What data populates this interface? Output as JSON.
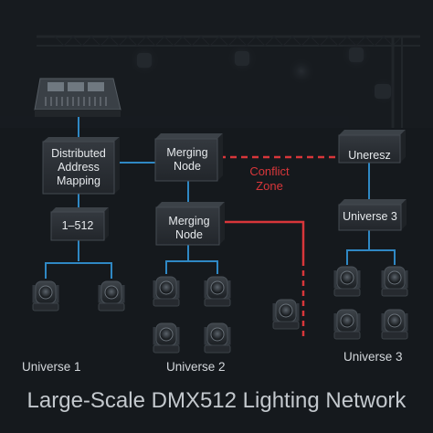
{
  "title": "Large-Scale DMX512 Lighting Network",
  "nodes": {
    "distributed": "Distributed Address Mapping",
    "address_range": "1–512",
    "merging_top": "Merging Node",
    "merging_mid": "Merging Node",
    "uneresz": "Uneresz",
    "universe3_node": "Universe 3"
  },
  "conflict": "Conflict Zone",
  "universes": {
    "u1": "Universe 1",
    "u2": "Universe 2",
    "u3": "Universe 3"
  },
  "colors": {
    "link": "#2f88c4",
    "conflict": "#d8363a",
    "box": "#2a2e33",
    "background": "#15191d"
  }
}
